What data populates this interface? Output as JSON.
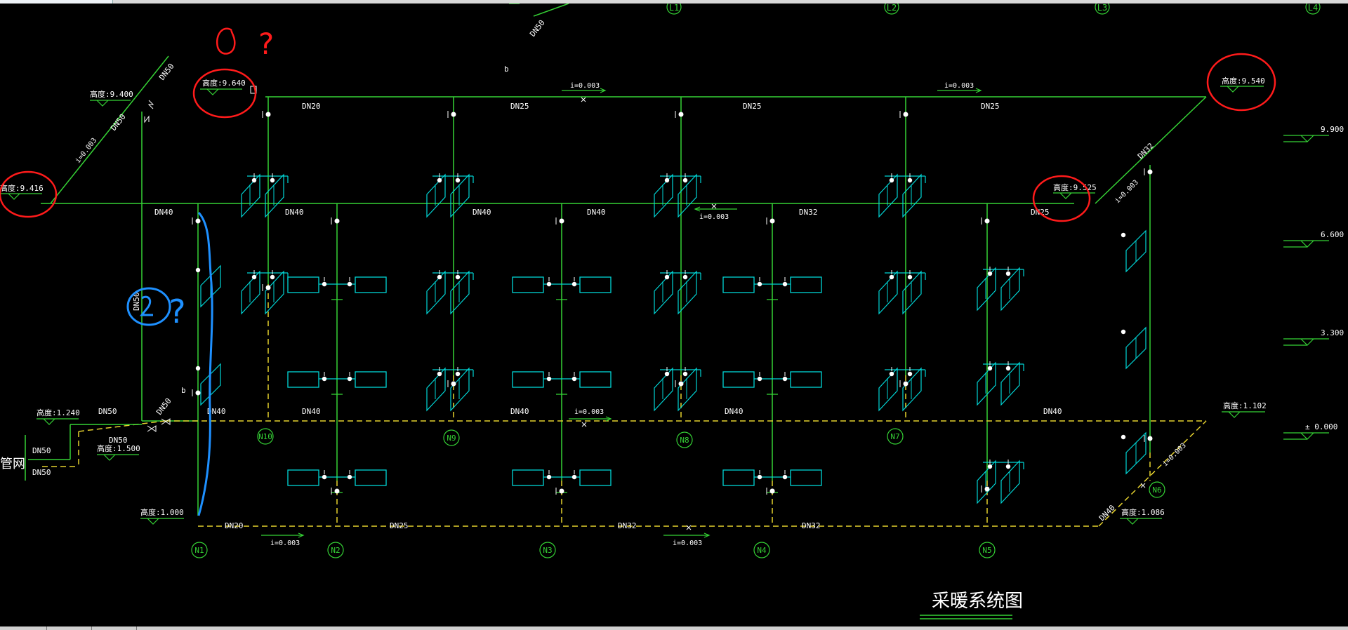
{
  "title": "采暖系统图",
  "colors": {
    "supply": "#35d235",
    "return": "#e6d22e",
    "radiator": "#00d6d6",
    "text": "#ffffff",
    "red_mark": "#ff1b1b",
    "blue_mark": "#1e90ff",
    "node": "#35d235"
  },
  "axis_labels": [
    "L1",
    "L2",
    "L3",
    "L4"
  ],
  "nodes": [
    "N1",
    "N2",
    "N3",
    "N4",
    "N5",
    "N6",
    "N7",
    "N8",
    "N9",
    "N10"
  ],
  "floor_elevations": [
    "9.900",
    "6.600",
    "3.300",
    "± 0.000"
  ],
  "elevations": {
    "e9400": "高度:9.400",
    "e9640": "高度:9.640",
    "e9416": "高度:9.416",
    "e9540": "高度:9.540",
    "e9525": "高度:9.525",
    "e1240": "高度:1.240",
    "e1500": "高度:1.500",
    "e1000": "高度:1.000",
    "e1102": "高度:1.102",
    "e1086": "高度:1.086"
  },
  "pipe_labels": {
    "top_dn20": "DN20",
    "top_dn25_a": "DN25",
    "top_dn25_b": "DN25",
    "top_dn25_c": "DN25",
    "mid_dn40_a": "DN40",
    "mid_dn40_b": "DN40",
    "mid_dn40_c": "DN40",
    "mid_dn40_d": "DN40",
    "mid_dn32": "DN32",
    "mid_dn25": "DN25",
    "riser_dn32": "DN32",
    "diag_dn50_top": "DN50",
    "diag_dn50_a": "DN50",
    "diag_dn50_b": "DN50",
    "riser_dn50": "DN50",
    "ret_dn50": "DN50",
    "ret_dn40_a": "DN40",
    "ret_dn40_b": "DN40",
    "ret_dn40_c": "DN40",
    "ret_dn40_d": "DN40",
    "ret_dn40_e": "DN40",
    "net_dn50_a": "DN50",
    "net_dn50_b": "DN50",
    "net_dn50_c": "DN50",
    "diag_dn50_c": "DN50",
    "bot_dn20": "DN20",
    "bot_dn25": "DN25",
    "bot_dn32_a": "DN32",
    "bot_dn32_b": "DN32",
    "bot_dn40": "DN40"
  },
  "slopes": {
    "s1": "i=0.003",
    "s2": "i=0.003",
    "s3": "i=0.003",
    "s4": "i=0.003",
    "s5": "i=0.003",
    "s6": "i=0.003",
    "s7": "i=0.003",
    "s8": "i=0.003",
    "s9": "i=0.003"
  },
  "misc": {
    "pipe_net": "管网",
    "b_top": "b",
    "b_left": "b"
  },
  "annotations": {
    "red_q": "?",
    "blue_q": "?"
  }
}
